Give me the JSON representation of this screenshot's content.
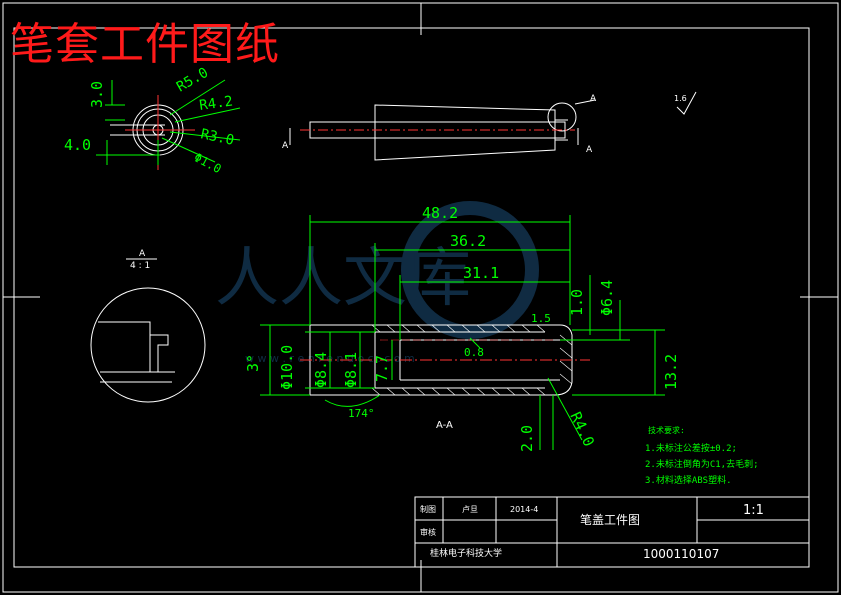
{
  "title": "笔套工件图纸",
  "top_view": {
    "dims": [
      "3.0",
      "4.0",
      "R5.0",
      "R4.2",
      "R3.0",
      "Φ1.0"
    ]
  },
  "side_view": {
    "section_mark": "A",
    "roughness": "1.6"
  },
  "detail": {
    "label": "A",
    "scale": "4 : 1"
  },
  "section": {
    "dims": {
      "d1": "48.2",
      "d2": "36.2",
      "d3": "31.1",
      "d4": "1.0",
      "d5": "Φ6.4",
      "d6": "1.5",
      "d7": "13.2",
      "d8": "Φ10.0",
      "d9": "Φ8.4",
      "d10": "Φ8.1",
      "d11": "7.7",
      "d12": "0.8",
      "d13": "3°",
      "d14": "174°",
      "d15": "2.0",
      "d16": "R4.0"
    },
    "label": "A-A"
  },
  "tech_req": {
    "heading": "技术要求:",
    "items": [
      "1.未标注公差按±0.2;",
      "2.未标注倒角为C1,去毛刺;",
      "3.材料选择ABS塑料."
    ]
  },
  "title_block": {
    "designer_label": "制图",
    "designer": "卢旦",
    "date": "2014-4",
    "checker_label": "审核",
    "name": "笔盖工件图",
    "scale": "1:1",
    "school": "桂林电子科技大学",
    "code": "1000110107"
  },
  "watermark": {
    "text": "人人文库",
    "url": "w w w . r e n r e n d o c . c o m"
  }
}
